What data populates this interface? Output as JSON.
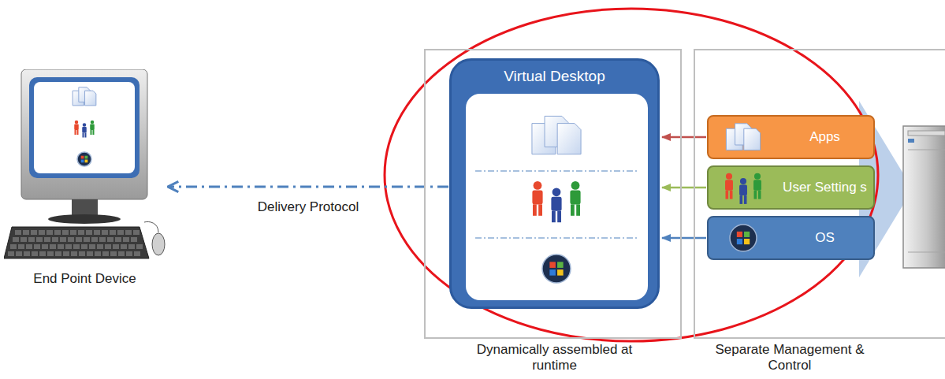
{
  "diagram": {
    "nodes": [
      {
        "text": [
          "End Point Device"
        ]
      },
      {
        "text": [
          "Dynamically assembled at runtime"
        ]
      },
      {
        "text": [
          "Virtual Desktop"
        ],
        "in": 1
      },
      {
        "text": [
          "Separate Management & Control"
        ]
      },
      {
        "text": [
          "Apps"
        ],
        "in": 3
      },
      {
        "text": [
          "User Setting s"
        ],
        "in": 3
      },
      {
        "text": [
          "OS"
        ],
        "in": 3
      }
    ],
    "edges": [
      {
        "from": 2,
        "to": 0,
        "arrow": "to",
        "label": "Delivery Protocol"
      },
      {
        "from": 4,
        "to": 2,
        "arrow": "to"
      },
      {
        "from": 5,
        "to": 2,
        "arrow": "to"
      },
      {
        "from": 6,
        "to": 2,
        "arrow": "to"
      }
    ]
  }
}
